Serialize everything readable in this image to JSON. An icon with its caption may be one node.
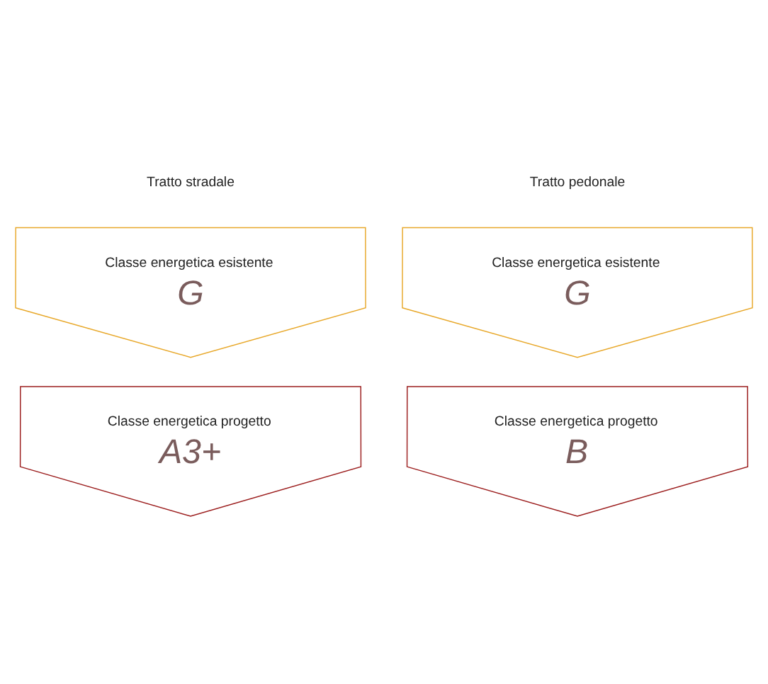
{
  "diagram": {
    "nodes": [
      {
        "text": [
          "Classe energetica esistente",
          "G"
        ]
      },
      {
        "text": [
          "Classe energetica esistente",
          "G"
        ]
      },
      {
        "text": [
          "Classe energetica progetto",
          "A3+"
        ]
      },
      {
        "text": [
          "Classe energetica progetto",
          "B"
        ]
      }
    ],
    "edges": [],
    "labels": [
      "Tratto stradale",
      "Tratto pedonale"
    ]
  }
}
